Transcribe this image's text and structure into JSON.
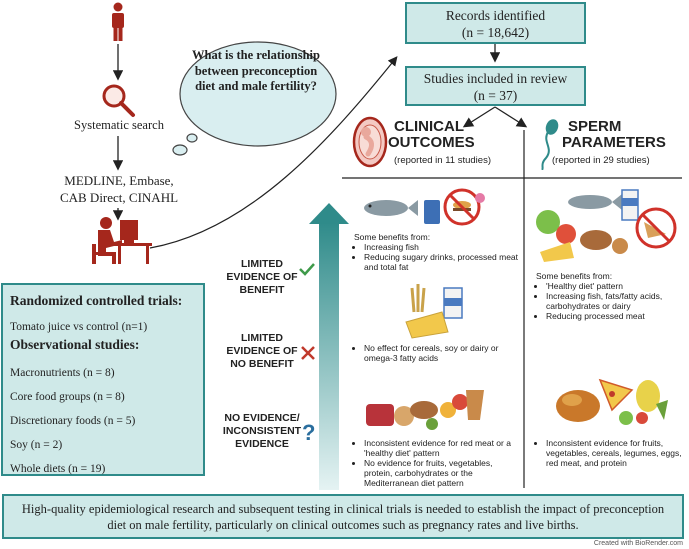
{
  "search": {
    "question": "What is the relationship between preconception diet and male fertility?",
    "step_label": "Systematic search",
    "databases_line1": "MEDLINE, Embase,",
    "databases_line2": "CAB Direct, CINAHL"
  },
  "flow": {
    "records_title": "Records identified",
    "records_count": "(n = 18,642)",
    "studies_title": "Studies included in review",
    "studies_count": "(n = 37)"
  },
  "clinical": {
    "heading_line1": "CLINICAL",
    "heading_line2": "OUTCOMES",
    "sub": "(reported in 11 studies)"
  },
  "sperm": {
    "heading_line1": "SPERM",
    "heading_line2": "PARAMETERS",
    "sub": "(reported in 29 studies)"
  },
  "evidence": {
    "limited_benefit": [
      "LIMITED",
      "EVIDENCE OF",
      "BENEFIT"
    ],
    "limited_no_benefit": [
      "LIMITED",
      "EVIDENCE OF",
      "NO BENEFIT"
    ],
    "no_evidence": [
      "NO EVIDENCE/",
      "INCONSISTENT",
      "EVIDENCE"
    ]
  },
  "clinical_findings": {
    "benefit_intro": "Some benefits from:",
    "benefit_items": [
      "Increasing fish",
      "Reducing sugary drinks, processed meat and total fat"
    ],
    "no_benefit_items": [
      "No effect for cereals, soy or dairy or omega-3 fatty acids"
    ],
    "inconsistent_items": [
      "Inconsistent evidence for red meat or a 'healthy diet' pattern",
      "No evidence for fruits, vegetables, protein, carbohydrates or the Mediterranean diet pattern"
    ]
  },
  "sperm_findings": {
    "benefit_intro": "Some benefits from:",
    "benefit_items": [
      "'Healthy diet' pattern",
      "Increasing fish, fats/fatty acids, carbohydrates or dairy",
      "Reducing processed meat"
    ],
    "inconsistent_items": [
      "Inconsistent evidence for fruits, vegetables, cereals, legumes, eggs, red meat, and protein"
    ]
  },
  "study_types": {
    "rct_title": "Randomized controlled trials:",
    "rct_item": "Tomato juice vs control (n=1)",
    "obs_title": "Observational studies:",
    "obs_items": [
      "Macronutrients (n = 8)",
      "Core food groups (n = 8)",
      "Discretionary foods (n = 5)",
      "Soy (n = 2)",
      "Whole diets (n = 19)"
    ]
  },
  "conclusion": "High-quality epidemiological research and subsequent testing in clinical trials is needed to establish the impact of preconception diet on male fertility, particularly on clinical outcomes such as pregnancy rates and live births.",
  "credit": "Created with BioRender.com",
  "colors": {
    "teal": "#2f8b8a",
    "teal_fill": "#cfe9e8",
    "person": "#a5271c",
    "check": "#3f9a4a",
    "cross": "#c0392b",
    "question": "#2a6e9e"
  }
}
